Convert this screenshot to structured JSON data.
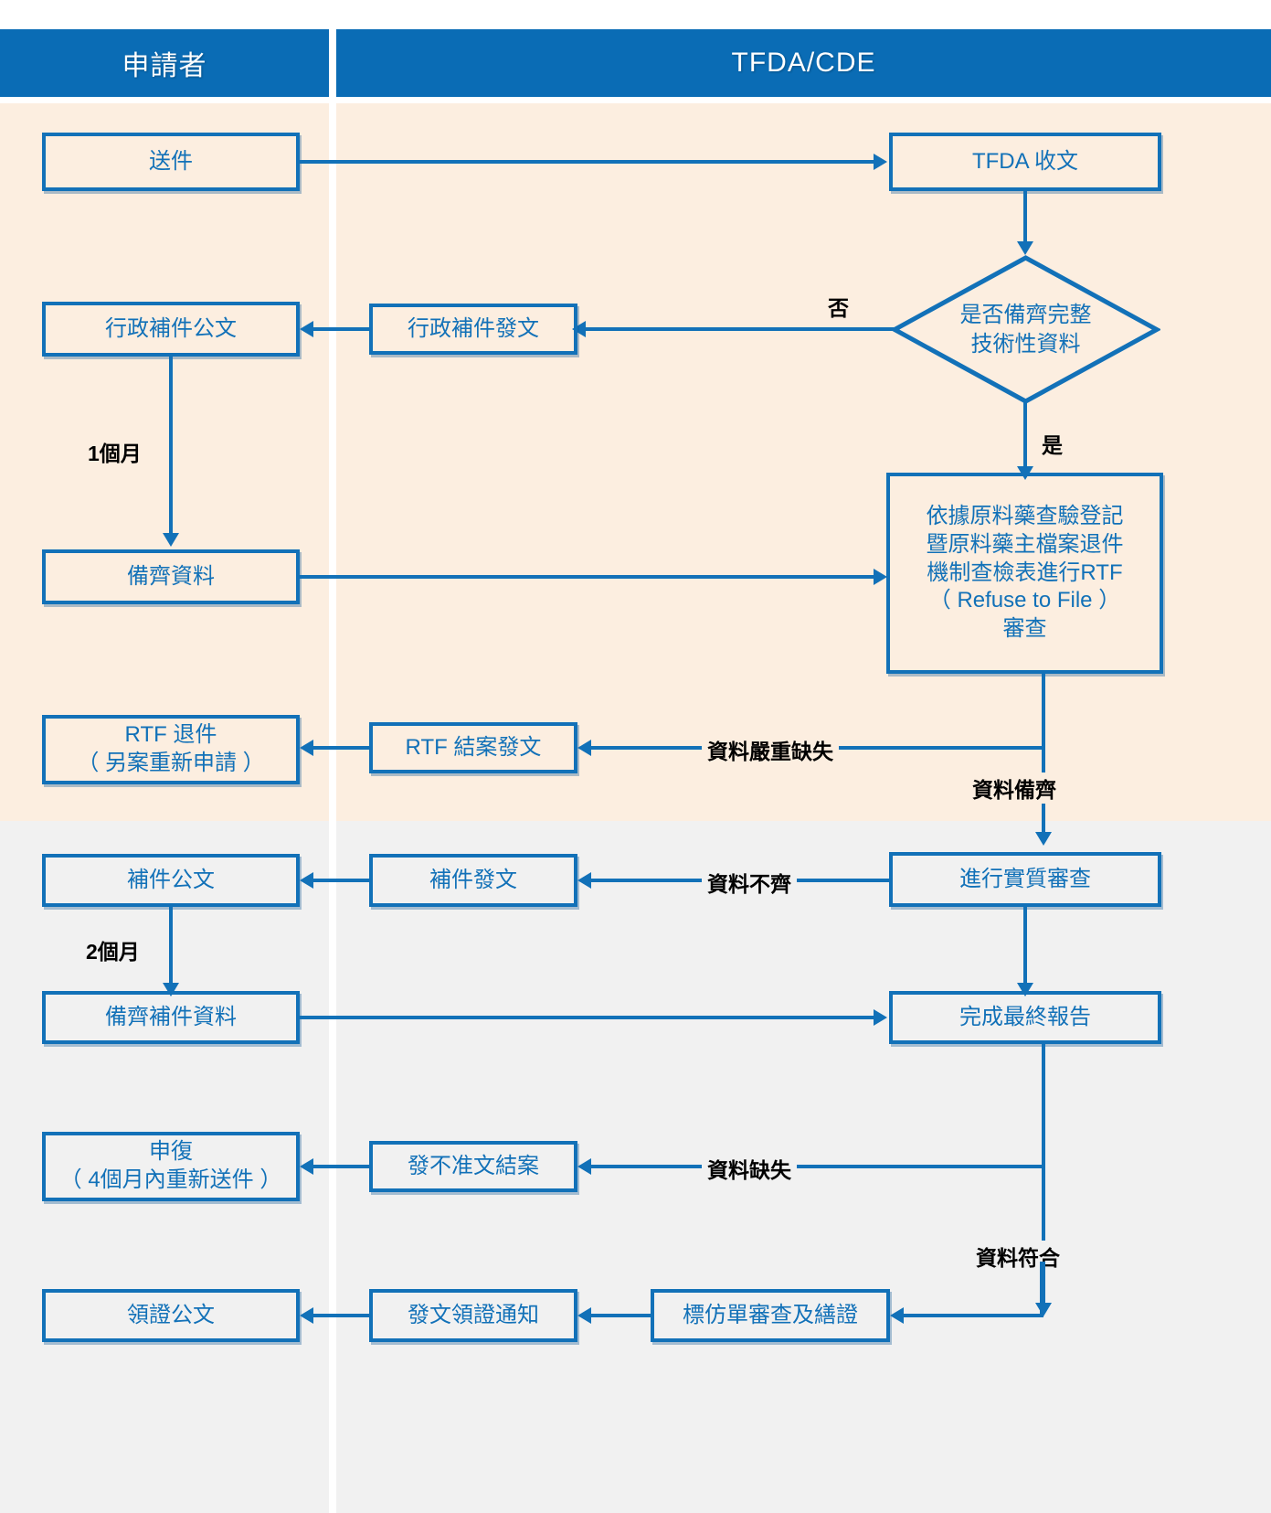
{
  "lanes": {
    "applicant": "申請者",
    "agency": "TFDA/CDE"
  },
  "nodes": {
    "submit": "送件",
    "tfda_receipt": "TFDA 收文",
    "decision": {
      "line1": "是否備齊完整",
      "line2": "技術性資料"
    },
    "admin_supplement_doc": "行政補件公文",
    "admin_supplement_issue": "行政補件發文",
    "prepare_data": "備齊資料",
    "rtf_review": {
      "line1": "依據原料藥查驗登記",
      "line2": "暨原料藥主檔案退件",
      "line3": "機制查檢表進行RTF",
      "line4": "（ Refuse  to File ）",
      "line5": "審查"
    },
    "rtf_return": {
      "line1": "RTF 退件",
      "line2": "（ 另案重新申請 ）"
    },
    "rtf_close_issue": "RTF 結案發文",
    "substantive_review": "進行實質審查",
    "supplement_doc": "補件公文",
    "supplement_issue": "補件發文",
    "prepare_supplement_data": "備齊補件資料",
    "final_report": "完成最終報告",
    "appeal": {
      "line1": "申復",
      "line2": "（ 4個月內重新送件 ）"
    },
    "rejection_issue": "發不准文結案",
    "label_review": "標仿單審查及繕證",
    "license_notice": "發文領證通知",
    "license_doc": "領證公文"
  },
  "edge_labels": {
    "no": "否",
    "yes": "是",
    "one_month": "1個月",
    "two_months": "2個月",
    "severe_deficiency": "資料嚴重缺失",
    "data_complete": "資料備齊",
    "data_incomplete": "資料不齊",
    "data_missing": "資料缺失",
    "data_conforms": "資料符合"
  },
  "colors": {
    "header_blue": "#0a6cb5",
    "line_blue": "#1271b8",
    "peach_band": "#fceee0",
    "gray_band": "#f1f1f1",
    "label_text": "#000000"
  }
}
